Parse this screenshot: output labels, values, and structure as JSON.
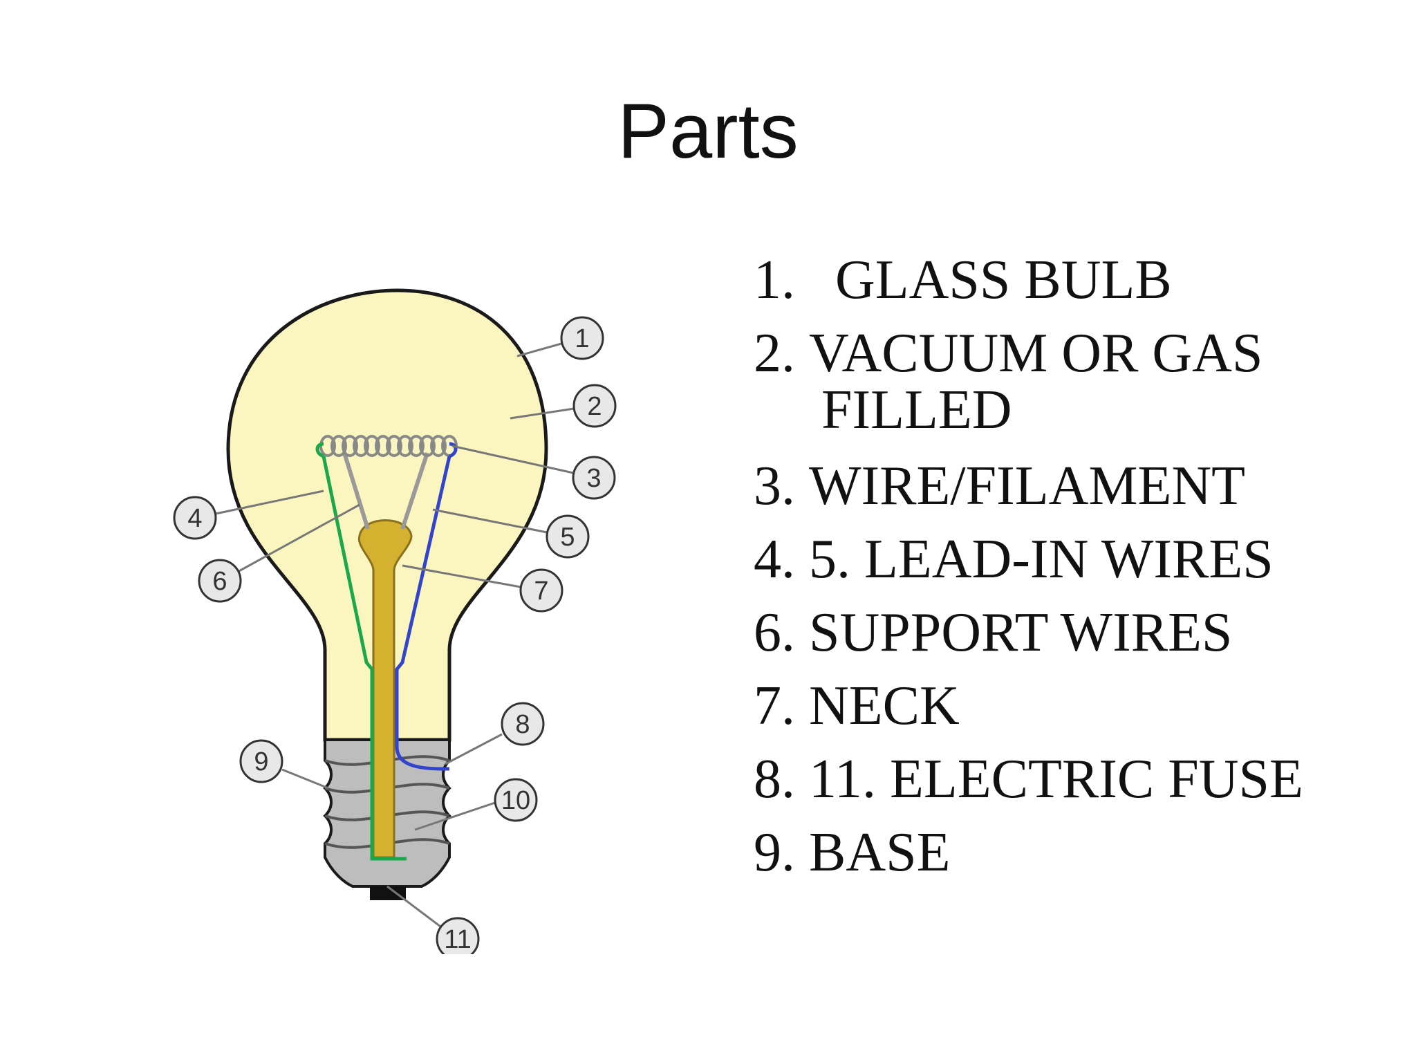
{
  "title": "Parts",
  "diagram": {
    "callouts": [
      "1",
      "2",
      "3",
      "4",
      "5",
      "6",
      "7",
      "8",
      "9",
      "10",
      "11"
    ],
    "colors": {
      "glass": "#fbf6c0",
      "outline": "#1a1a1a",
      "neck": "#d4b12f",
      "base": "#bdbdbd",
      "lead_green": "#1aa84a",
      "lead_blue": "#3344cc",
      "callout_fill": "#e8e8e8"
    }
  },
  "list": {
    "items": [
      {
        "num": "1.",
        "text": "GLASS BULB"
      },
      {
        "num": "2.",
        "text": "VACUUM OR GAS",
        "cont": "FILLED"
      },
      {
        "num": "3.",
        "text": "WIRE/FILAMENT"
      },
      {
        "num": "4. 5.",
        "text": "LEAD-IN WIRES"
      },
      {
        "num": "6.",
        "text": "SUPPORT WIRES"
      },
      {
        "num": "7.",
        "text": "NECK"
      },
      {
        "num": "8. 11.",
        "text": "ELECTRIC FUSE"
      },
      {
        "num": "9.",
        "text": "BASE"
      }
    ]
  }
}
